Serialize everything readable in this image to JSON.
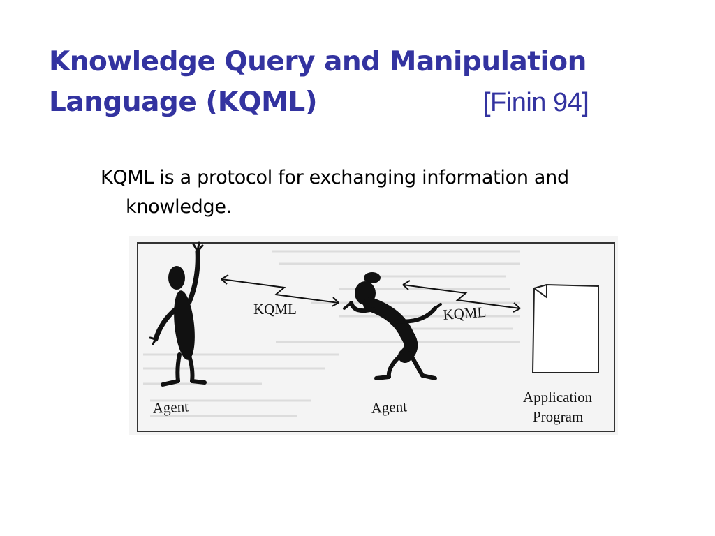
{
  "slide": {
    "title_line1": "Knowledge Query and Manipulation",
    "title_line2": "Language (KQML)",
    "citation": "[Finin 94]",
    "bullet": "KQML is a protocol for exchanging information and knowledge.",
    "title_color": "#3333a0"
  },
  "figure": {
    "label_kqml_left": "KQML",
    "label_kqml_right": "KQML",
    "label_agent_left": "Agent",
    "label_agent_middle": "Agent",
    "label_application_line1": "Application",
    "label_application_line2": "Program"
  }
}
